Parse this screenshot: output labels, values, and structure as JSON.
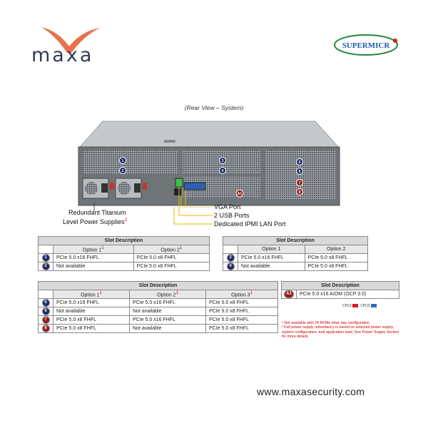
{
  "brand": {
    "name": "maxa",
    "website": "www.maxasecurity.com"
  },
  "partner": {
    "name": "SUPERMICR"
  },
  "caption": "(Rear View – System)",
  "callouts": {
    "psu_line1": "Redundant Titanium",
    "psu_line2": "Level Power Supplies",
    "psu_sup": "2",
    "vga": "VGA Port",
    "usb": "2 USB Ports",
    "ipmi": "Dedicated IPMI LAN Port"
  },
  "table1": {
    "title": "Slot Description",
    "headers": [
      "Option 1",
      "Option 2"
    ],
    "header_sups": [
      "1",
      "1"
    ],
    "rows": [
      {
        "badge": "1",
        "cells": [
          "PCIe 5.0 x16 FHFL",
          "PCIe 5.0 x8 FHFL"
        ]
      },
      {
        "badge": "2",
        "cells": [
          "Not available",
          "PCIe 5.0 x8 FHFL"
        ]
      }
    ]
  },
  "table2": {
    "title": "Slot Description",
    "headers": [
      "Option 1",
      "Option 2"
    ],
    "rows": [
      {
        "badge": "3",
        "cells": [
          "PCIe 5.0 x16 FHFL",
          "PCIe 5.0 x8 FHFL"
        ]
      },
      {
        "badge": "4",
        "cells": [
          "Not available",
          "PCIe 5.0 x8 FHFL"
        ]
      }
    ]
  },
  "table3": {
    "title": "Slot Description",
    "headers": [
      "Option 1",
      "Option 2",
      "Option 3"
    ],
    "header_sups": [
      "1",
      "1",
      "1"
    ],
    "rows": [
      {
        "badge": "5",
        "cells": [
          "PCIe 5.0 x16 FHFL",
          "PCIe 5.0 x16 FHFL",
          "PCIe 5.0 x8 FHFL"
        ]
      },
      {
        "badge": "6",
        "cells": [
          "Not available",
          "Not available",
          "PCIe 5.0 x8 FHFL"
        ]
      },
      {
        "badge": "7",
        "cells": [
          "PCIe 5.0 x8 FHFL",
          "PCIe 5.0 x16 FHFL",
          "PCIe 5.0 x8 FHFL"
        ]
      },
      {
        "badge": "8",
        "cells": [
          "PCIe 5.0 x8 FHFL",
          "Not available",
          "PCIe 5.0 x8 FHFL"
        ]
      }
    ]
  },
  "table4": {
    "title": "Slot Description",
    "rows": [
      {
        "badge": "A1",
        "cells": [
          "PCIe 5.0 x16 AIOM (OCP 3.0)"
        ]
      }
    ]
  },
  "cpu_legend": {
    "cpu1": "CPU1",
    "cpu2": "CPU2",
    "cpu1_color": "#d7191c",
    "cpu2_color": "#2b6cb0"
  },
  "footnotes": {
    "n1": "¹ Not available with 24 NVMe drive bay configuration",
    "n2": "² Full power supply redundancy is based on selected power supply, system configuration, and application load. See Power Supply Section for more details."
  },
  "colors": {
    "maxa_orange": "#e8734a",
    "maxa_navy": "#2f3d52",
    "supermicro_green": "#1f8a3b",
    "badge_navy": "#1d2d6b",
    "badge_red": "#9b1b1b",
    "leader_line": "#f0b400"
  }
}
